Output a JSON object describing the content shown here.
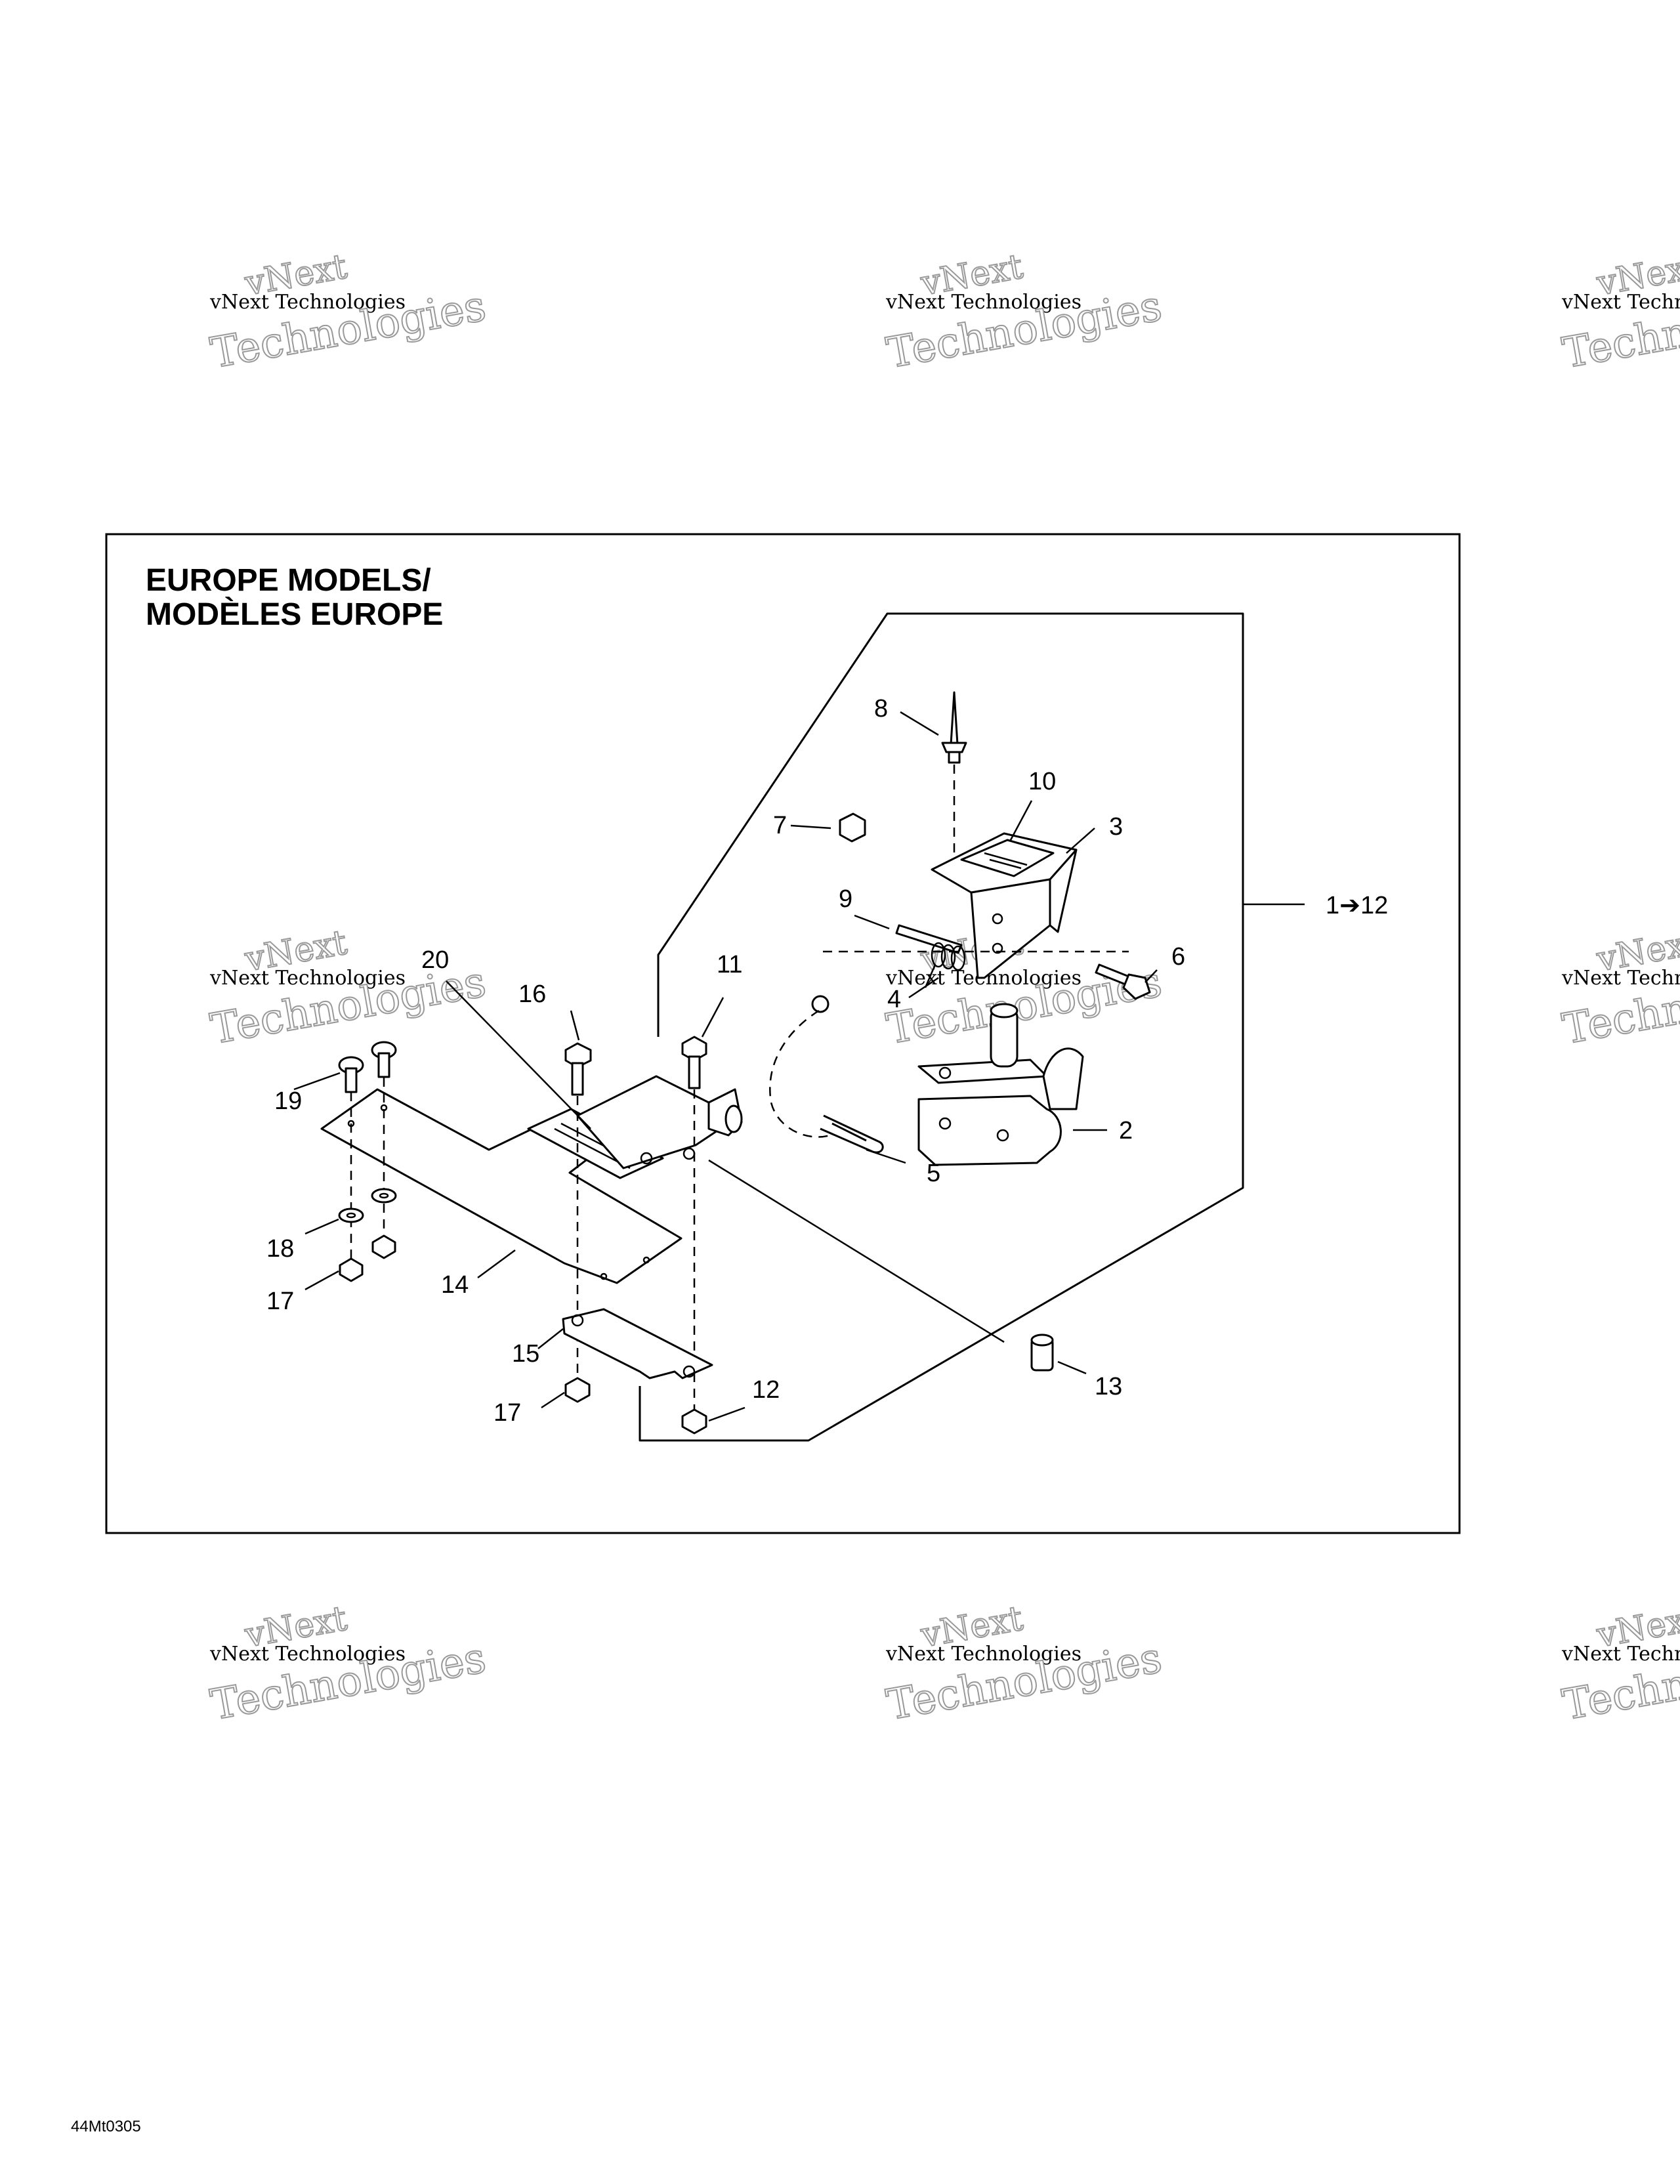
{
  "title": {
    "line1": "EUROPE MODELS/",
    "line2": "MODÈLES EUROPE"
  },
  "watermark": {
    "company": "vNext Technologies",
    "word1": "vNext",
    "word2": "Technologies"
  },
  "group_label": "1➔12",
  "callouts": {
    "c2": "2",
    "c3": "3",
    "c4": "4",
    "c5": "5",
    "c6": "6",
    "c7": "7",
    "c8": "8",
    "c9": "9",
    "c10": "10",
    "c11": "11",
    "c12": "12",
    "c13": "13",
    "c14": "14",
    "c15": "15",
    "c16": "16",
    "c17a": "17",
    "c17b": "17",
    "c18": "18",
    "c19": "19",
    "c20": "20"
  },
  "reference_code": "44Mt0305"
}
